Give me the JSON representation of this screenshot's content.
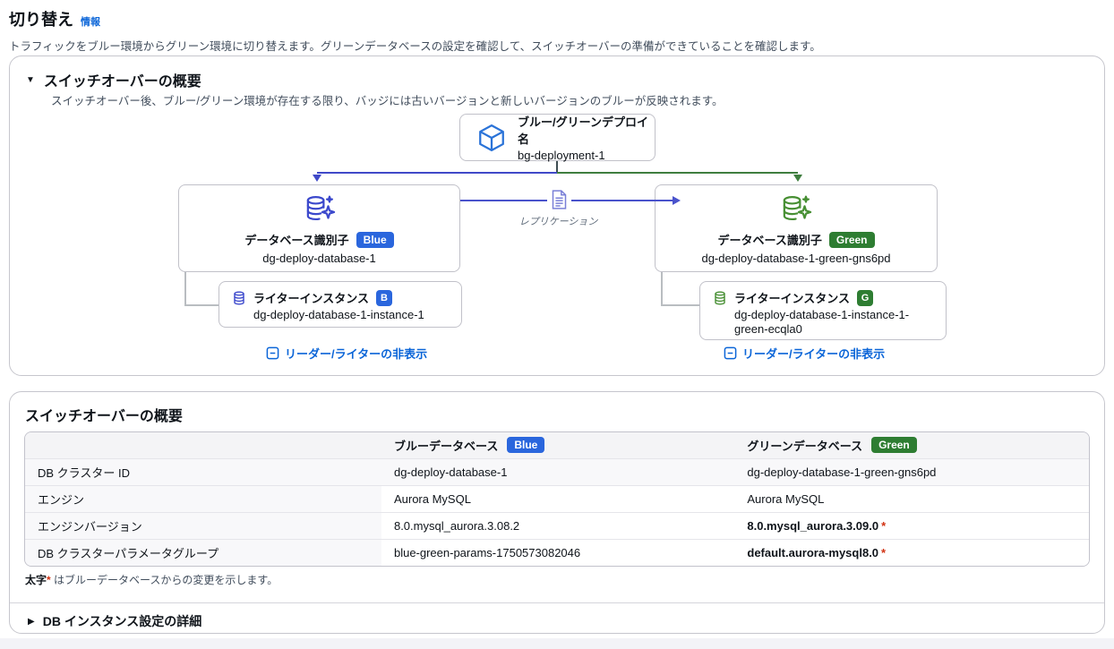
{
  "page": {
    "title": "切り替え",
    "info_link": "情報",
    "description": "トラフィックをブルー環境からグリーン環境に切り替えます。グリーンデータベースの設定を確認して、スイッチオーバーの準備ができていることを確認します。"
  },
  "overview_panel": {
    "title": "スイッチオーバーの概要",
    "subtitle": "スイッチオーバー後、ブルー/グリーン環境が存在する限り、バッジには古いバージョンと新しいバージョンのブルーが反映されます。",
    "deployment": {
      "label": "ブルー/グリーンデプロイ名",
      "name": "bg-deployment-1"
    },
    "replication_label": "レプリケーション",
    "blue": {
      "db_label": "データベース識別子",
      "badge": "Blue",
      "db_name": "dg-deploy-database-1",
      "writer_label": "ライターインスタンス",
      "writer_badge": "B",
      "writer_name": "dg-deploy-database-1-instance-1",
      "toggle_link": "リーダー/ライターの非表示"
    },
    "green": {
      "db_label": "データベース識別子",
      "badge": "Green",
      "db_name": "dg-deploy-database-1-green-gns6pd",
      "writer_label": "ライターインスタンス",
      "writer_badge": "G",
      "writer_name": "dg-deploy-database-1-instance-1-green-ecqla0",
      "toggle_link": "リーダー/ライターの非表示"
    }
  },
  "summary_panel": {
    "title": "スイッチオーバーの概要",
    "table": {
      "blue_header": "ブルーデータベース",
      "blue_badge": "Blue",
      "green_header": "グリーンデータベース",
      "green_badge": "Green",
      "rows": [
        {
          "label": "DB クラスター ID",
          "blue": "dg-deploy-database-1",
          "green": "dg-deploy-database-1-green-gns6pd",
          "changed": false,
          "marker": ""
        },
        {
          "label": "エンジン",
          "blue": "Aurora MySQL",
          "green": "Aurora MySQL",
          "changed": false,
          "marker": ""
        },
        {
          "label": "エンジンバージョン",
          "blue": "8.0.mysql_aurora.3.08.2",
          "green": "8.0.mysql_aurora.3.09.0",
          "changed": true,
          "marker": "*"
        },
        {
          "label": "DB クラスターパラメータグループ",
          "blue": "blue-green-params-1750573082046",
          "green": "default.aurora-mysql8.0",
          "changed": true,
          "marker": "*"
        }
      ]
    },
    "footnote": {
      "bold": "太字",
      "star": "*",
      "text": " はブルーデータベースからの変更を示します。"
    },
    "details_expander": "DB インスタンス設定の詳細"
  },
  "glyphs": {
    "caret_down": "▼",
    "caret_right": "▶"
  },
  "colors": {
    "link_blue": "#0b65d8",
    "badge_blue": "#2a66dd",
    "badge_green": "#2e7d32",
    "diagram_blue": "#4049c8",
    "diagram_green": "#3f7e3f",
    "replication_purple": "#4a53cc",
    "changed_red": "#d13212"
  }
}
